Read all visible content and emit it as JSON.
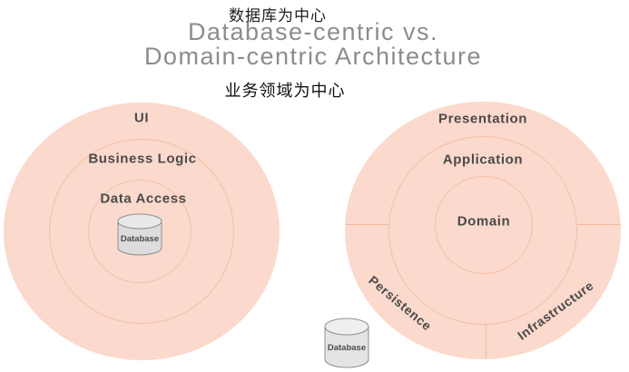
{
  "header": {
    "caption_top": "数据库为中心",
    "title_line1": "Database-centric vs.",
    "title_line2": "Domain-centric Architecture",
    "caption_bottom": "业务领域为中心"
  },
  "left_diagram": {
    "name": "database-centric architecture",
    "rings": {
      "outer": "UI",
      "middle": "Business Logic",
      "inner": "Data Access"
    },
    "database_label": "Database",
    "database_position": "center of circles"
  },
  "right_diagram": {
    "name": "domain-centric architecture",
    "rings": {
      "outer_top": "Presentation",
      "middle": "Application",
      "inner": "Domain",
      "outer_bottom_left": "Persistence",
      "outer_bottom_right": "Infrastructure"
    },
    "database_label": "Database",
    "database_position": "outside circle, bottom-left"
  },
  "colors": {
    "circle_fill": "#fbd9cc",
    "ring_line": "#f3c0a6",
    "divider_line": "#f0b99d",
    "ring_label_text": "#4a4a4a",
    "title_text": "#8a8d90",
    "caption_text": "#1d1d1d",
    "cylinder_body": "#dcdcdc",
    "cylinder_top": "#e9e9e9",
    "cylinder_border": "#8f8f8f",
    "background": "#ffffff"
  }
}
